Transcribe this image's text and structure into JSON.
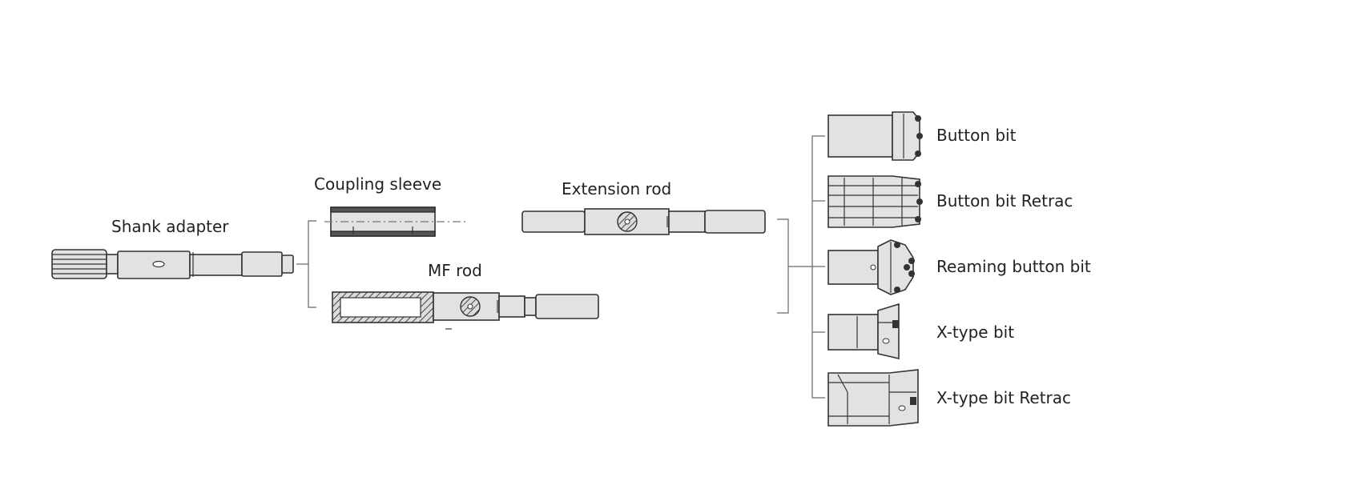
{
  "labels": {
    "shank_adapter": "Shank adapter",
    "coupling_sleeve": "Coupling sleeve",
    "extension_rod": "Extension rod",
    "mf_rod": "MF rod",
    "button_bit": "Button bit",
    "button_bit_retrac": "Button bit Retrac",
    "reaming_button_bit": "Reaming button bit",
    "x_type_bit": "X-type bit",
    "x_type_bit_retrac": "X-type bit Retrac"
  },
  "icons": [
    "shank-adapter-icon",
    "coupling-sleeve-icon",
    "extension-rod-icon",
    "mf-rod-icon",
    "button-bit-icon",
    "button-bit-retrac-icon",
    "reaming-button-bit-icon",
    "x-type-bit-icon",
    "x-type-bit-retrac-icon"
  ],
  "colors": {
    "part_fill": "#e2e2e2",
    "outline": "#333333",
    "connector": "#666666"
  }
}
